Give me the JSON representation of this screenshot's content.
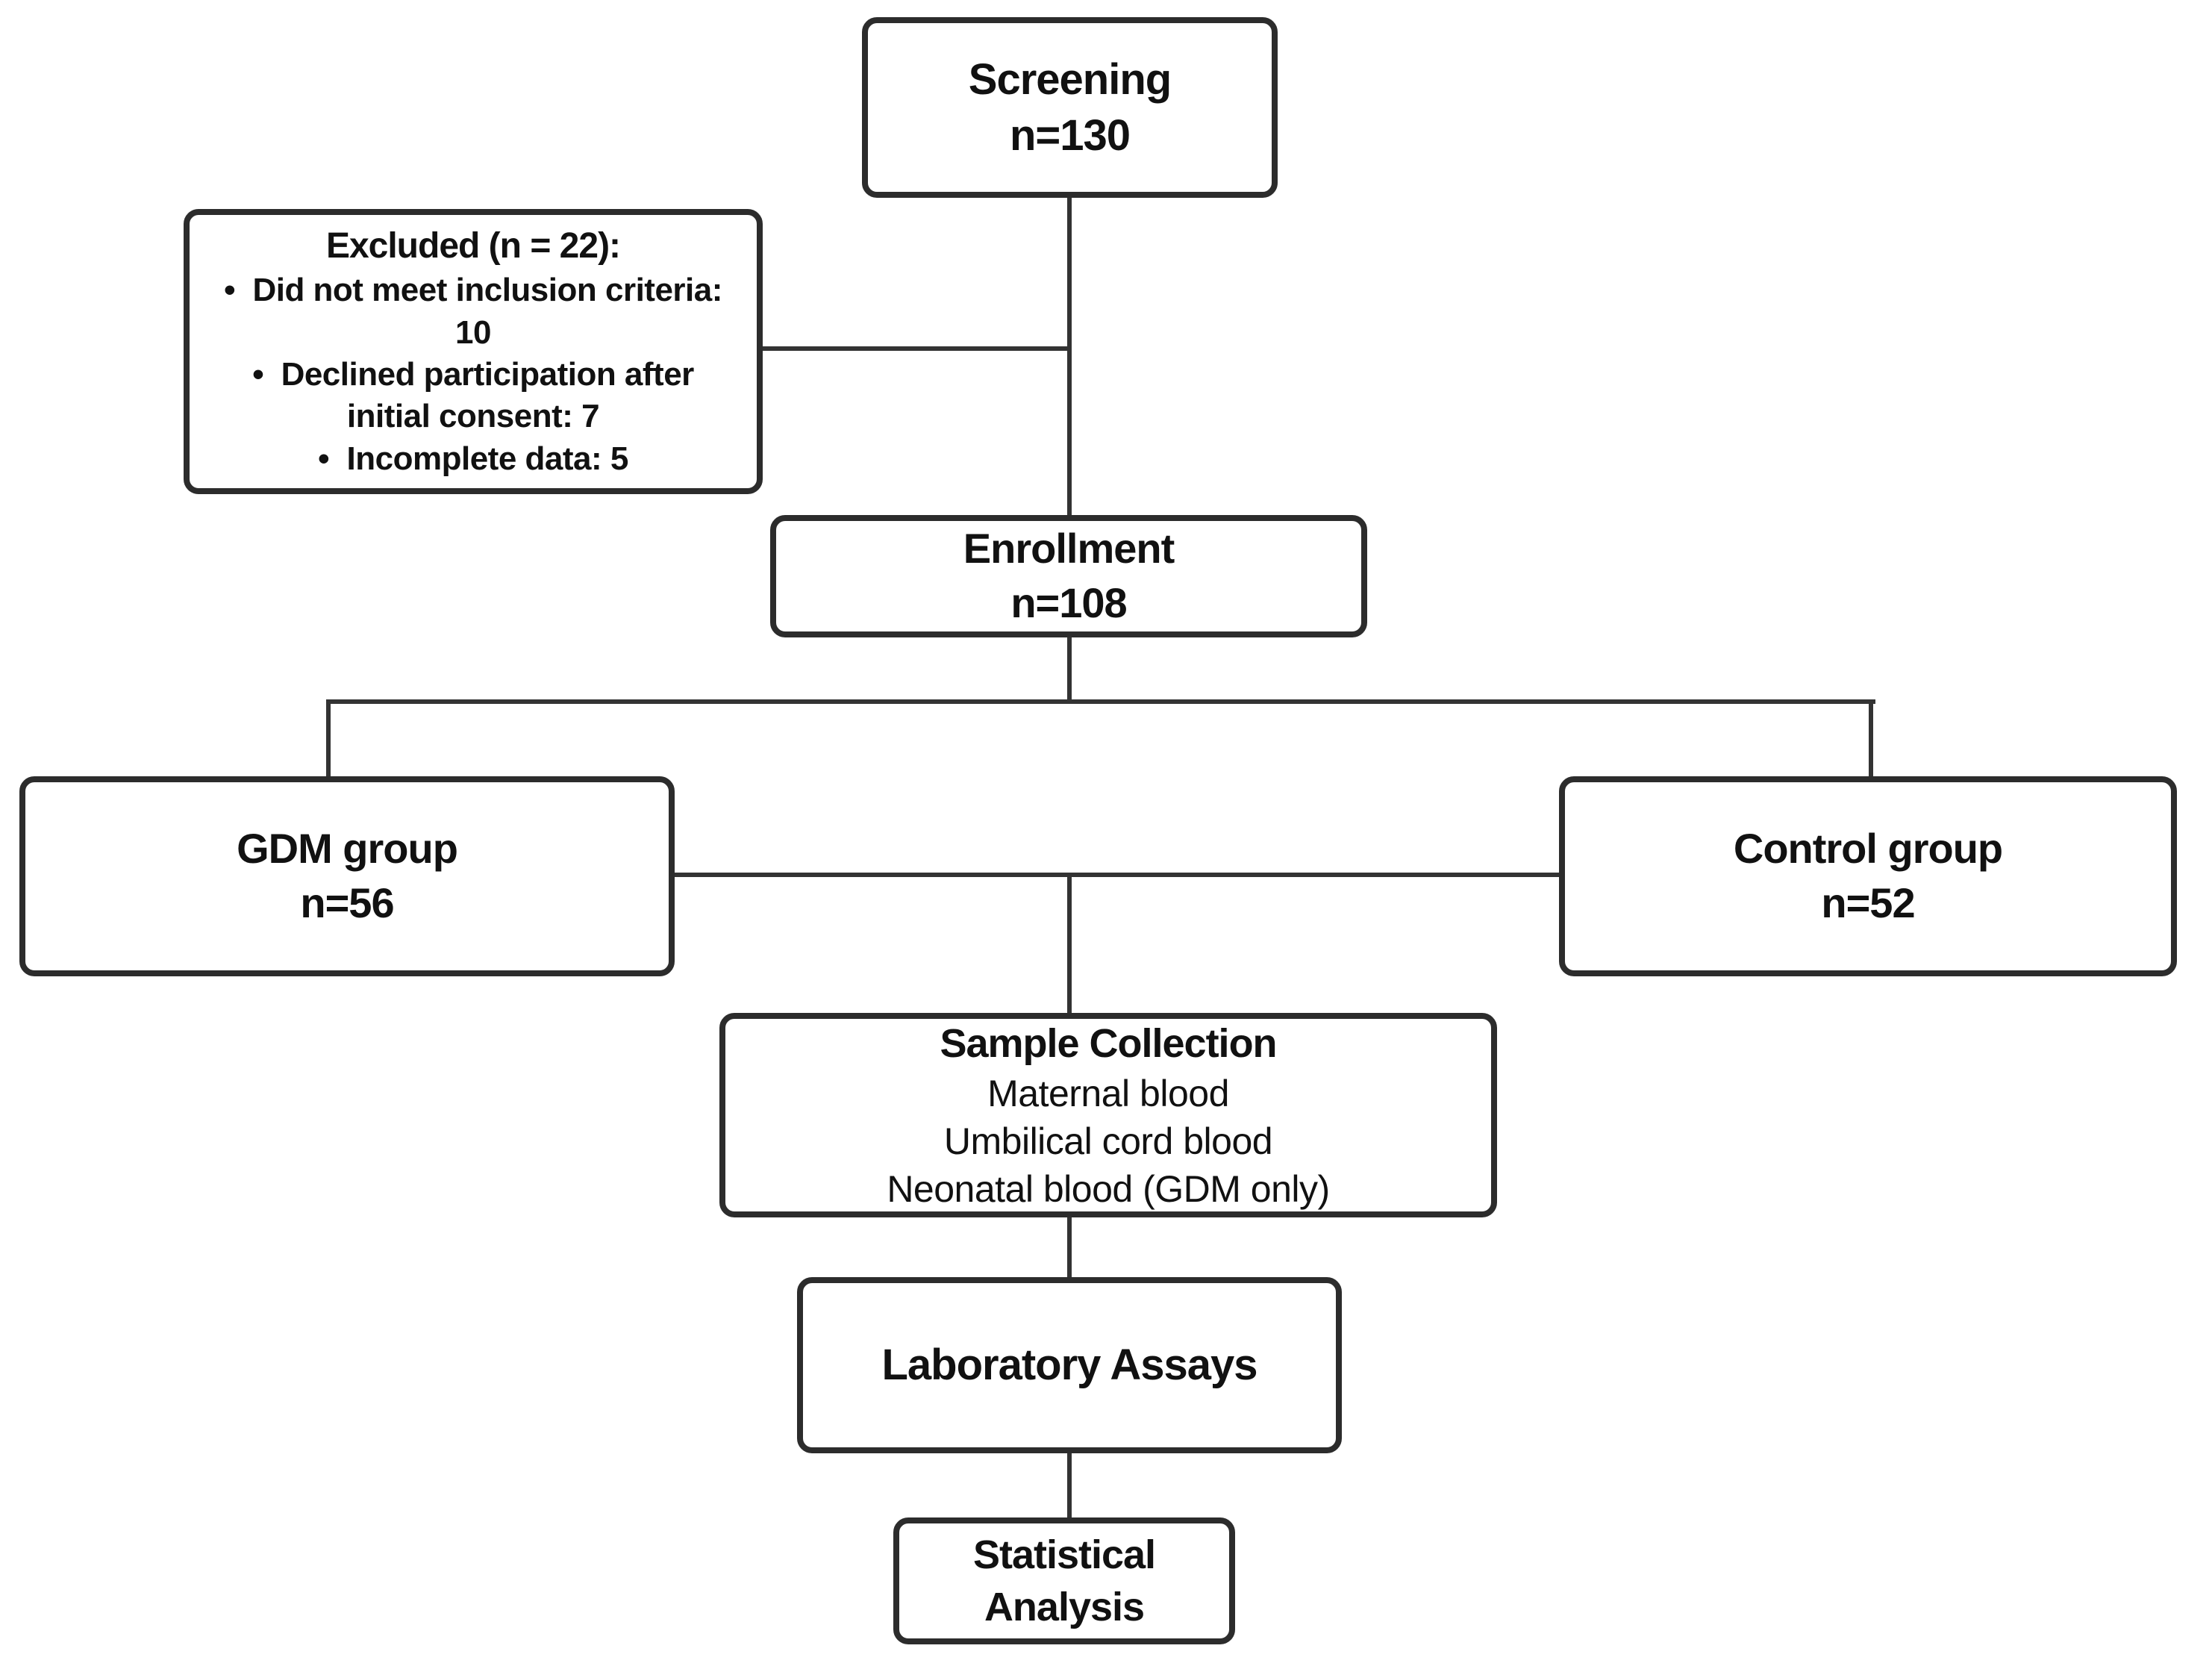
{
  "figure": {
    "type": "study-flow-diagram",
    "background_color": "#ffffff",
    "line_color": "#333333",
    "box_border_color": "#2c2c2c",
    "text_color": "#111111",
    "nodes": {
      "screening": {
        "title": "Screening",
        "count": "n=130"
      },
      "excluded": {
        "title": "Excluded (n = 22):",
        "items": [
          "Did not meet inclusion criteria: 10",
          "Declined participation after initial consent: 7",
          "Incomplete data: 5"
        ]
      },
      "enrollment": {
        "title": "Enrollment",
        "count": "n=108"
      },
      "gdm_group": {
        "title": "GDM group",
        "count": "n=56"
      },
      "control_group": {
        "title": "Control group",
        "count": "n=52"
      },
      "sample_collection": {
        "title": "Sample Collection",
        "items": [
          "Maternal blood",
          "Umbilical cord blood",
          "Neonatal blood (GDM only)"
        ]
      },
      "laboratory_assays": {
        "title": "Laboratory Assays"
      },
      "statistical_analysis": {
        "title": "Statistical Analysis"
      }
    }
  }
}
